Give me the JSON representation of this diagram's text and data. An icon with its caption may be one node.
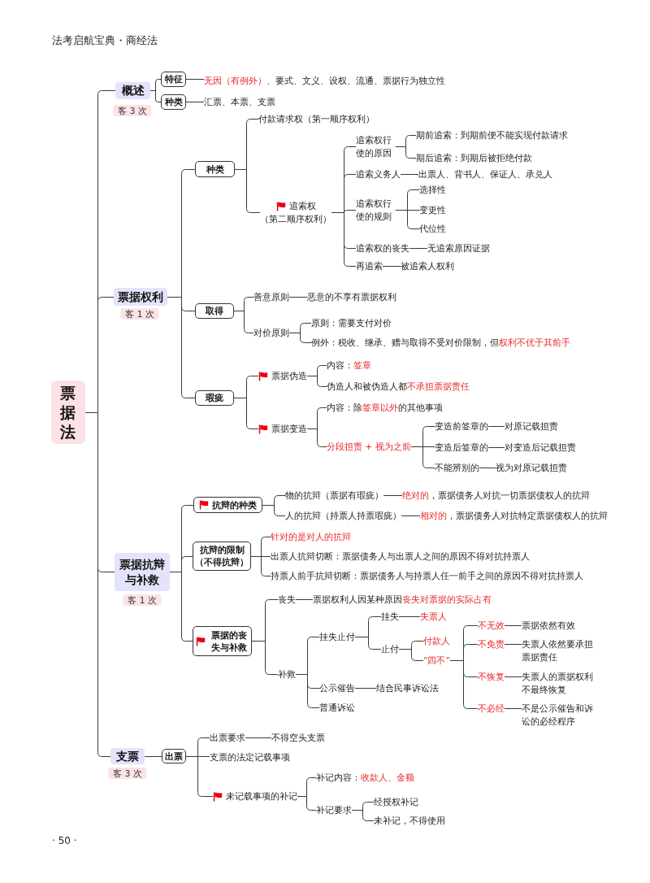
{
  "diagram": {
    "nodes": [
      {
        "text": [
          "票据法"
        ]
      },
      {
        "text": [
          "概述"
        ],
        "beside": [
          "客 3 次"
        ]
      },
      {
        "text": [
          "特征"
        ]
      },
      {
        "text": [
          "无因（有例外）",
          "、要式、文义、设权、流通、票据行为独立性"
        ]
      },
      {
        "text": [
          "种类"
        ]
      },
      {
        "text": [
          "汇票、本票、支票"
        ]
      },
      {
        "text": [
          "票据权利"
        ],
        "beside": [
          "客 1 次"
        ]
      },
      {
        "text": [
          "种类"
        ]
      },
      {
        "text": [
          "付款请求权（第一顺序权利）"
        ]
      },
      {
        "text": [
          "追索权",
          "（第二顺序权利）"
        ]
      },
      {
        "text": [
          "追索权行使的原因"
        ]
      },
      {
        "text": [
          "期前追索：到期前便不能实现付款请求"
        ]
      },
      {
        "text": [
          "期后追索：到期后被拒绝付款"
        ]
      },
      {
        "text": [
          "追索义务人"
        ]
      },
      {
        "text": [
          "出票人、背书人、保证人、承兑人"
        ]
      },
      {
        "text": [
          "追索权行使的规则"
        ]
      },
      {
        "text": [
          "选择性"
        ]
      },
      {
        "text": [
          "变更性"
        ]
      },
      {
        "text": [
          "代位性"
        ]
      },
      {
        "text": [
          "追索权的丧失"
        ]
      },
      {
        "text": [
          "无追索原因证据"
        ]
      },
      {
        "text": [
          "再追索"
        ]
      },
      {
        "text": [
          "被追索人权利"
        ]
      },
      {
        "text": [
          "取得"
        ]
      },
      {
        "text": [
          "善意原则"
        ]
      },
      {
        "text": [
          "恶意的不享有票据权利"
        ]
      },
      {
        "text": [
          "对价原则"
        ]
      },
      {
        "text": [
          "原则：需要支付对价"
        ]
      },
      {
        "text": [
          "例外：税收、继承、赠与取得不受对价限制，但",
          "权利不优于其前手"
        ]
      },
      {
        "text": [
          "瑕疵"
        ]
      },
      {
        "text": [
          "票据伪造"
        ]
      },
      {
        "text": [
          "内容：",
          "签章"
        ]
      },
      {
        "text": [
          "伪造人和被伪造人都",
          "不承担票据责任"
        ]
      },
      {
        "text": [
          "票据变造"
        ]
      },
      {
        "text": [
          "内容：除",
          "签章以外",
          "的其他事项"
        ]
      },
      {
        "text": [
          "分段担责 + 视为之前"
        ]
      },
      {
        "text": [
          "变造前签章的"
        ]
      },
      {
        "text": [
          "对原记载担责"
        ]
      },
      {
        "text": [
          "变造后签章的"
        ]
      },
      {
        "text": [
          "对变造后记载担责"
        ]
      },
      {
        "text": [
          "不能辨别的"
        ]
      },
      {
        "text": [
          "视为对原记载担责"
        ]
      },
      {
        "text": [
          "票据抗辩与补救"
        ],
        "beside": [
          "客 1 次"
        ]
      },
      {
        "text": [
          "抗辩的种类"
        ]
      },
      {
        "text": [
          "物的抗辩（票据有瑕疵）"
        ]
      },
      {
        "text": [
          "绝对的",
          "，票据债务人对抗一切票据债权人的抗辩"
        ]
      },
      {
        "text": [
          "人的抗辩（持票人持票瑕疵）"
        ]
      },
      {
        "text": [
          "相对的",
          "，票据债务人对抗特定票据债权人的抗辩"
        ]
      },
      {
        "text": [
          "抗辩的限制",
          "（不得抗辩）"
        ]
      },
      {
        "text": [
          "针对的是对人的抗辩"
        ]
      },
      {
        "text": [
          "出票人抗辩切断：票据债务人与出票人之间的原因不得对抗持票人"
        ]
      },
      {
        "text": [
          "持票人前手抗辩切断：票据债务人与持票人任一前手之间的原因不得对抗持票人"
        ]
      },
      {
        "text": [
          "票据的丧失与补救"
        ]
      },
      {
        "text": [
          "丧失"
        ]
      },
      {
        "text": [
          "票据权利人因某种原因",
          "丧失对票据的实际占有"
        ]
      },
      {
        "text": [
          "补救"
        ]
      },
      {
        "text": [
          "挂失止付"
        ]
      },
      {
        "text": [
          "挂失"
        ]
      },
      {
        "text": [
          "失票人"
        ]
      },
      {
        "text": [
          "止付"
        ]
      },
      {
        "text": [
          "付款人"
        ]
      },
      {
        "text": [
          "“四不”"
        ]
      },
      {
        "text": [
          "不无效"
        ]
      },
      {
        "text": [
          "票据依然有效"
        ]
      },
      {
        "text": [
          "不免责"
        ]
      },
      {
        "text": [
          "失票人依然要承担票据责任"
        ]
      },
      {
        "text": [
          "不恢复"
        ]
      },
      {
        "text": [
          "失票人的票据权利不最终恢复"
        ]
      },
      {
        "text": [
          "不必经"
        ]
      },
      {
        "text": [
          "不是公示催告和诉讼的必经程序"
        ]
      },
      {
        "text": [
          "公示催告"
        ]
      },
      {
        "text": [
          "结合民事诉讼法"
        ]
      },
      {
        "text": [
          "普通诉讼"
        ]
      },
      {
        "text": [
          "支票"
        ],
        "beside": [
          "客 3 次"
        ]
      },
      {
        "text": [
          "出票"
        ]
      },
      {
        "text": [
          "出票要求"
        ]
      },
      {
        "text": [
          "不得空头支票"
        ]
      },
      {
        "text": [
          "支票的法定记载事项"
        ]
      },
      {
        "text": [
          "未记载事项的补记"
        ]
      },
      {
        "text": [
          "补记内容：",
          "收款人、金额"
        ]
      },
      {
        "text": [
          "补记要求"
        ]
      },
      {
        "text": [
          "经授权补记"
        ]
      },
      {
        "text": [
          "未补记，不得使用"
        ]
      }
    ],
    "edges": [
      {
        "from": 0,
        "to": 1,
        "arrow": "none"
      },
      {
        "from": 1,
        "to": 2,
        "arrow": "none"
      },
      {
        "from": 2,
        "to": 3,
        "arrow": "none"
      },
      {
        "from": 1,
        "to": 4,
        "arrow": "none"
      },
      {
        "from": 4,
        "to": 5,
        "arrow": "none"
      },
      {
        "from": 0,
        "to": 6,
        "arrow": "none"
      },
      {
        "from": 6,
        "to": 7,
        "arrow": "none"
      },
      {
        "from": 7,
        "to": 8,
        "arrow": "none"
      },
      {
        "from": 7,
        "to": 9,
        "arrow": "none"
      },
      {
        "from": 9,
        "to": 10,
        "arrow": "none"
      },
      {
        "from": 10,
        "to": 11,
        "arrow": "none"
      },
      {
        "from": 10,
        "to": 12,
        "arrow": "none"
      },
      {
        "from": 9,
        "to": 13,
        "arrow": "none"
      },
      {
        "from": 13,
        "to": 14,
        "arrow": "none"
      },
      {
        "from": 9,
        "to": 15,
        "arrow": "none"
      },
      {
        "from": 15,
        "to": 16,
        "arrow": "none"
      },
      {
        "from": 15,
        "to": 17,
        "arrow": "none"
      },
      {
        "from": 15,
        "to": 18,
        "arrow": "none"
      },
      {
        "from": 9,
        "to": 19,
        "arrow": "none"
      },
      {
        "from": 19,
        "to": 20,
        "arrow": "none"
      },
      {
        "from": 9,
        "to": 21,
        "arrow": "none"
      },
      {
        "from": 21,
        "to": 22,
        "arrow": "none"
      },
      {
        "from": 6,
        "to": 23,
        "arrow": "none"
      },
      {
        "from": 23,
        "to": 24,
        "arrow": "none"
      },
      {
        "from": 24,
        "to": 25,
        "arrow": "none"
      },
      {
        "from": 23,
        "to": 26,
        "arrow": "none"
      },
      {
        "from": 26,
        "to": 27,
        "arrow": "none"
      },
      {
        "from": 26,
        "to": 28,
        "arrow": "none"
      },
      {
        "from": 6,
        "to": 29,
        "arrow": "none"
      },
      {
        "from": 29,
        "to": 30,
        "arrow": "none"
      },
      {
        "from": 30,
        "to": 31,
        "arrow": "none"
      },
      {
        "from": 30,
        "to": 32,
        "arrow": "none"
      },
      {
        "from": 29,
        "to": 33,
        "arrow": "none"
      },
      {
        "from": 33,
        "to": 34,
        "arrow": "none"
      },
      {
        "from": 33,
        "to": 35,
        "arrow": "none"
      },
      {
        "from": 35,
        "to": 36,
        "arrow": "none"
      },
      {
        "from": 36,
        "to": 37,
        "arrow": "none"
      },
      {
        "from": 35,
        "to": 38,
        "arrow": "none"
      },
      {
        "from": 38,
        "to": 39,
        "arrow": "none"
      },
      {
        "from": 35,
        "to": 40,
        "arrow": "none"
      },
      {
        "from": 40,
        "to": 41,
        "arrow": "none"
      },
      {
        "from": 0,
        "to": 42,
        "arrow": "none"
      },
      {
        "from": 42,
        "to": 43,
        "arrow": "none"
      },
      {
        "from": 43,
        "to": 44,
        "arrow": "none"
      },
      {
        "from": 44,
        "to": 45,
        "arrow": "none"
      },
      {
        "from": 43,
        "to": 46,
        "arrow": "none"
      },
      {
        "from": 46,
        "to": 47,
        "arrow": "none"
      },
      {
        "from": 42,
        "to": 48,
        "arrow": "none"
      },
      {
        "from": 48,
        "to": 49,
        "arrow": "none"
      },
      {
        "from": 48,
        "to": 50,
        "arrow": "none"
      },
      {
        "from": 48,
        "to": 51,
        "arrow": "none"
      },
      {
        "from": 42,
        "to": 52,
        "arrow": "none"
      },
      {
        "from": 52,
        "to": 53,
        "arrow": "none"
      },
      {
        "from": 53,
        "to": 54,
        "arrow": "none"
      },
      {
        "from": 52,
        "to": 55,
        "arrow": "none"
      },
      {
        "from": 55,
        "to": 56,
        "arrow": "none"
      },
      {
        "from": 56,
        "to": 57,
        "arrow": "none"
      },
      {
        "from": 57,
        "to": 58,
        "arrow": "none"
      },
      {
        "from": 56,
        "to": 59,
        "arrow": "none"
      },
      {
        "from": 59,
        "to": 60,
        "arrow": "none"
      },
      {
        "from": 59,
        "to": 61,
        "arrow": "none"
      },
      {
        "from": 61,
        "to": 62,
        "arrow": "none"
      },
      {
        "from": 62,
        "to": 63,
        "arrow": "none"
      },
      {
        "from": 61,
        "to": 64,
        "arrow": "none"
      },
      {
        "from": 64,
        "to": 65,
        "arrow": "none"
      },
      {
        "from": 61,
        "to": 66,
        "arrow": "none"
      },
      {
        "from": 66,
        "to": 67,
        "arrow": "none"
      },
      {
        "from": 61,
        "to": 68,
        "arrow": "none"
      },
      {
        "from": 68,
        "to": 69,
        "arrow": "none"
      },
      {
        "from": 55,
        "to": 70,
        "arrow": "none"
      },
      {
        "from": 70,
        "to": 71,
        "arrow": "none"
      },
      {
        "from": 55,
        "to": 72,
        "arrow": "none"
      },
      {
        "from": 0,
        "to": 73,
        "arrow": "none"
      },
      {
        "from": 73,
        "to": 74,
        "arrow": "none"
      },
      {
        "from": 74,
        "to": 75,
        "arrow": "none"
      },
      {
        "from": 75,
        "to": 76,
        "arrow": "none"
      },
      {
        "from": 74,
        "to": 77,
        "arrow": "none"
      },
      {
        "from": 74,
        "to": 78,
        "arrow": "none"
      },
      {
        "from": 78,
        "to": 79,
        "arrow": "none"
      },
      {
        "from": 78,
        "to": 80,
        "arrow": "none"
      },
      {
        "from": 80,
        "to": 81,
        "arrow": "none"
      },
      {
        "from": 80,
        "to": 82,
        "arrow": "none"
      }
    ],
    "labels": [
      "法考启航宝典・商经法",
      "· 50 ·"
    ]
  }
}
